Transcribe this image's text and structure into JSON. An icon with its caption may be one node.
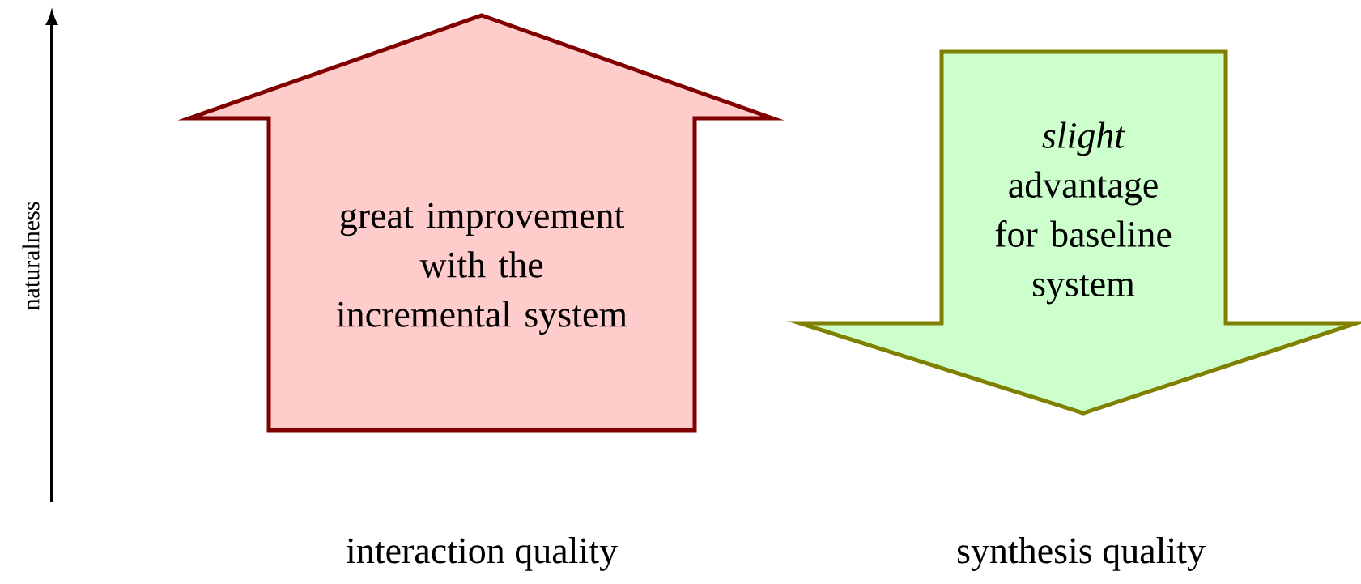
{
  "diagram": {
    "nodes": [
      {
        "text": [
          "great improvement with the incremental system"
        ]
      },
      {
        "text": [
          "*slight* advantage for baseline system"
        ]
      }
    ],
    "labels": [
      "naturalness",
      "interaction quality",
      "synthesis quality"
    ]
  }
}
